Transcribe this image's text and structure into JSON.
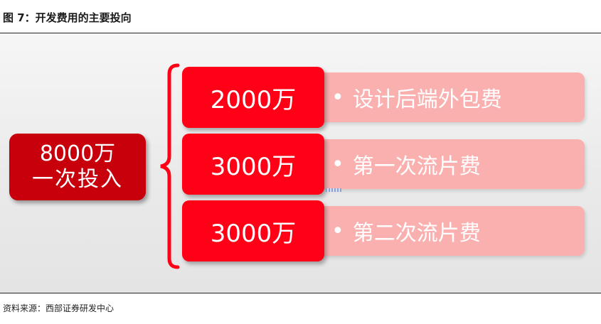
{
  "figure": {
    "title": "图 7：开发费用的主要投向",
    "source": "资料来源：西部证券研发中心"
  },
  "diagram": {
    "total": {
      "line1": "8000万",
      "line2": "一次投入"
    },
    "items": [
      {
        "amount": "2000万",
        "bullet": "•",
        "description": "设计后端外包费"
      },
      {
        "amount": "3000万",
        "bullet": "•",
        "description": "第一次流片费"
      },
      {
        "amount": "3000万",
        "bullet": "•",
        "description": "第二次流片费"
      }
    ]
  },
  "colors": {
    "total_box": "#c8000b",
    "amount_box": "#ff0016",
    "description_box": "#fbb0b0",
    "bracket": "#ff0016"
  }
}
